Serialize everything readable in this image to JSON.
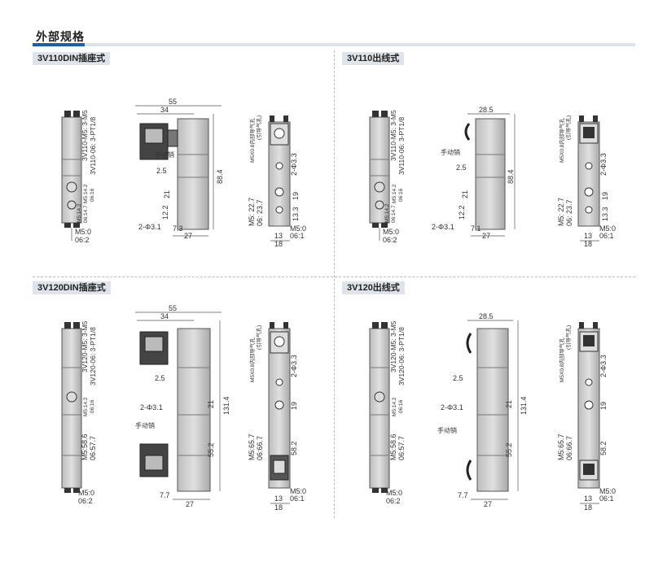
{
  "page_title": "外部规格",
  "sections": [
    {
      "label": "3V110DIN插座式",
      "side": {
        "port_label_a": "3V110-M5: 3-M5",
        "port_label_b": "3V110-06: 3-PT1/8",
        "hole_a": "M5:14.2",
        "hole_b": "06:16",
        "hole_c": "M5:14.2",
        "hole_d": "06:14.7",
        "bottom_a": "M5:0",
        "bottom_b": "06:2"
      },
      "front": {
        "w_total": "55",
        "w_inner": "34",
        "manual_label": "手动销",
        "dim_a": "2.5",
        "dim_b": "21",
        "dim_c": "12.2",
        "height": "88.4",
        "holes": "2-Φ3.1",
        "dim_d": "7.3",
        "dim_e": "27"
      },
      "end": {
        "vert_note": "M5X0.8内部导气孔",
        "side_note": "(引导气孔)",
        "holes": "2-Φ3.3",
        "dim_a": "M5: 22.7",
        "dim_b": "06: 23.7",
        "dim_c": "19",
        "dim_d": "13.3",
        "dim_e": "M5:0",
        "dim_f": "06:1",
        "dim_g": "13",
        "dim_h": "18"
      }
    },
    {
      "label": "3V110出线式",
      "side": {
        "port_label_a": "3V110-M5: 3-M5",
        "port_label_b": "3V110-06: 3-PT1/8",
        "hole_a": "M5:14.2",
        "hole_b": "06:16",
        "hole_c": "M5:14.2",
        "hole_d": "06:14.7",
        "bottom_a": "M5:0",
        "bottom_b": "06:2"
      },
      "front": {
        "w_total": "28.5",
        "manual_label": "手动销",
        "dim_a": "2.5",
        "dim_b": "21",
        "dim_c": "12.2",
        "height": "88.4",
        "holes": "2-Φ3.1",
        "dim_d": "7.1",
        "dim_e": "27"
      },
      "end": {
        "vert_note": "M5X0.8内部导气孔",
        "side_note": "(引导气孔)",
        "holes": "2-Φ3.3",
        "dim_a": "M5: 22.7",
        "dim_b": "06: 23.7",
        "dim_c": "19",
        "dim_d": "13.3",
        "dim_e": "M5:0",
        "dim_f": "06:1",
        "dim_g": "13",
        "dim_h": "18"
      }
    },
    {
      "label": "3V120DIN插座式",
      "side": {
        "port_label_a": "3V120-M5: 3-M5",
        "port_label_b": "3V120-06: 3-PT1/8",
        "hole_a": "M5:14.2",
        "hole_b": "06:16",
        "mid_a": "M5:58.6",
        "mid_b": "06:57.7",
        "bottom_a": "M5:0",
        "bottom_b": "06:2"
      },
      "front": {
        "w_total": "55",
        "w_inner": "34",
        "manual_label": "手动销",
        "dim_a": "2.5",
        "holes": "2-Φ3.1",
        "dim_b": "21",
        "height": "131.4",
        "dim_c": "55.2",
        "dim_d": "7.7",
        "dim_e": "27"
      },
      "end": {
        "vert_note": "M5X0.8内部导气孔",
        "side_note": "(引导气孔)",
        "holes": "2-Φ3.3",
        "dim_a": "M5:65.7",
        "dim_b": "06:66.7",
        "dim_c": "19",
        "dim_d": "58.2",
        "dim_e": "M5:0",
        "dim_f": "06:1",
        "dim_g": "13",
        "dim_h": "18"
      }
    },
    {
      "label": "3V120出线式",
      "side": {
        "port_label_a": "3V120-M5: 3-M5",
        "port_label_b": "3V120-06: 3-PT1/8",
        "hole_a": "M5:14.2",
        "hole_b": "06:16",
        "mid_a": "M5:58.6",
        "mid_b": "06:57.7",
        "bottom_a": "M5:0",
        "bottom_b": "06:2"
      },
      "front": {
        "w_total": "28.5",
        "manual_label": "手动销",
        "dim_a": "2.5",
        "holes": "2-Φ3.1",
        "dim_b": "21",
        "height": "131.4",
        "dim_c": "55.2",
        "dim_d": "7.7",
        "dim_e": "27"
      },
      "end": {
        "vert_note": "M5X0.8内部导气孔",
        "side_note": "(引导气孔)",
        "holes": "2-Φ3.3",
        "dim_a": "M5:65.7",
        "dim_b": "06:66.7",
        "dim_c": "19",
        "dim_d": "58.2",
        "dim_e": "M5:0",
        "dim_f": "06:1",
        "dim_g": "13",
        "dim_h": "18"
      }
    }
  ]
}
